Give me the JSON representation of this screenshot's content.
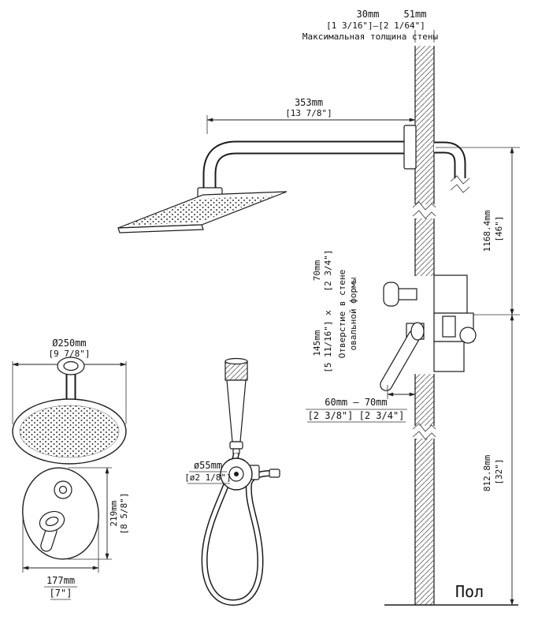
{
  "wall": {
    "thickness_min_mm": "30mm",
    "thickness_max_mm": "51mm",
    "thickness_range_in": "[1 3/16\"]—[2 1/64\"]",
    "note": "Максимальная толщина стены",
    "floor_label": "Пол"
  },
  "arm": {
    "length_mm": "353mm",
    "length_in": "[13 7/8\"]"
  },
  "heights": {
    "upper_mm": "1168.4mm",
    "upper_in": "[46\"]",
    "lower_mm": "812.8mm",
    "lower_in": "[32\"]"
  },
  "wall_hole": {
    "height_mm": "145mm",
    "height_in": "[5 11/16\"] x",
    "width_mm": "70mm",
    "width_in": "[2 3/4\"]",
    "note_line1": "Отверстие в стене",
    "note_line2": "овальной формы"
  },
  "valve_depth": {
    "range_mm": "60mm — 70mm",
    "range_in": "[2 3/8\"] [2 3/4\"]"
  },
  "head": {
    "diameter_mm": "Ø250mm",
    "diameter_in": "[9 7/8\"]"
  },
  "trim_plate": {
    "height_mm": "219mm",
    "height_in": "[8 5/8\"]",
    "width_mm": "177mm",
    "width_in": "[7\"]"
  },
  "hand_shower": {
    "holder_diameter_mm": "ø55mm",
    "holder_diameter_in": "[ø2 1/8\"]"
  }
}
